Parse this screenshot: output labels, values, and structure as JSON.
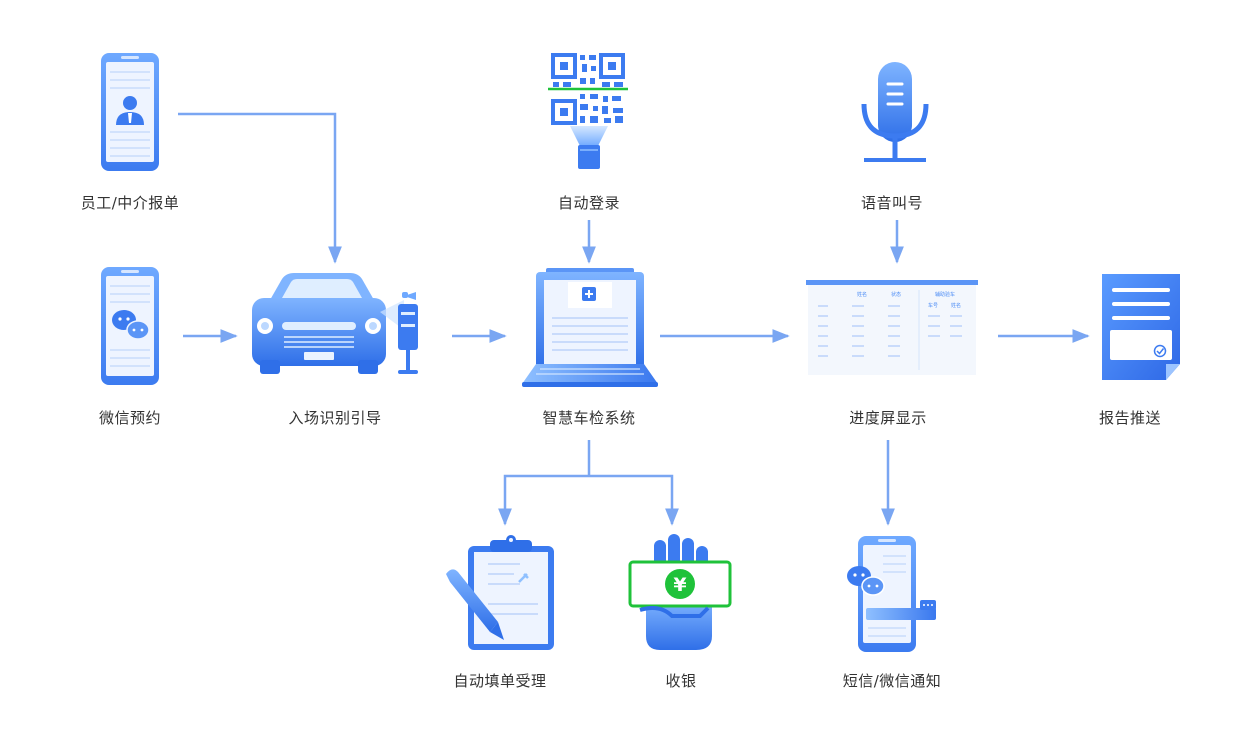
{
  "colors": {
    "accent": "#4d8df5",
    "accent_light": "#8ab8fb",
    "arrow": "#7aa6f2",
    "panel": "#f3f7fd",
    "green": "#1fc23a",
    "text": "#333333"
  },
  "nodes": {
    "staff_report": "员工/中介报单",
    "wechat_booking": "微信预约",
    "entry_guide": "入场识别引导",
    "auto_login": "自动登录",
    "inspection_system": "智慧车检系统",
    "voice_call": "语音叫号",
    "progress_screen": "进度屏显示",
    "report_push": "报告推送",
    "auto_fill": "自动填单受理",
    "cashier": "收银",
    "sms_notify": "短信/微信通知"
  },
  "screen": {
    "col_name": "姓名",
    "col_status": "状态",
    "col_inspecting": "辅助验车",
    "col_plate": "车号",
    "col_name2": "姓名"
  },
  "cashier_symbol": "¥"
}
